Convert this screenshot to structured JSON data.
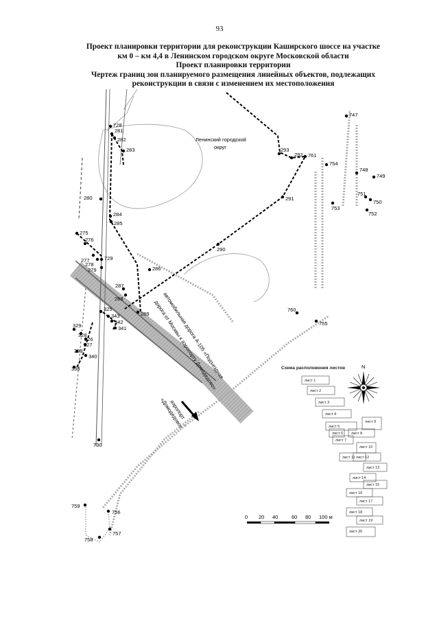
{
  "page_number": "93",
  "title_lines": [
    "Проект планировки территории для реконструкции Каширского шоссе на участке",
    "км 0 – км 4,4 в Ленинском городском округе Московской области",
    "Проект планировки территории",
    "Чертеж границ зон планируемого размещения линейных объектов, подлежащих",
    "реконструкции в связи с изменением их местоположения"
  ],
  "district_label": [
    "Ленинский городской",
    "округ"
  ],
  "road_labels": {
    "main_road": "автомобильная дорога А-105 «Подъездная",
    "main_road_2": "дорога от Москвы к аэропорту Домодедово»",
    "airport_a": "аэропорт",
    "airport_b": "«Домодедово»"
  },
  "points": [
    {
      "id": "728"
    },
    {
      "id": "281"
    },
    {
      "id": "282"
    },
    {
      "id": "283"
    },
    {
      "id": "280"
    },
    {
      "id": "284"
    },
    {
      "id": "285"
    },
    {
      "id": "275"
    },
    {
      "id": "276"
    },
    {
      "id": "277"
    },
    {
      "id": "278"
    },
    {
      "id": "279"
    },
    {
      "id": "729"
    },
    {
      "id": "286"
    },
    {
      "id": "287"
    },
    {
      "id": "288"
    },
    {
      "id": "289"
    },
    {
      "id": "290"
    },
    {
      "id": "291"
    },
    {
      "id": "292"
    },
    {
      "id": "293"
    },
    {
      "id": "761"
    },
    {
      "id": "754"
    },
    {
      "id": "753"
    },
    {
      "id": "747"
    },
    {
      "id": "748"
    },
    {
      "id": "749"
    },
    {
      "id": "751"
    },
    {
      "id": "750"
    },
    {
      "id": "752"
    },
    {
      "id": "760"
    },
    {
      "id": "755"
    },
    {
      "id": "325"
    },
    {
      "id": "343"
    },
    {
      "id": "342"
    },
    {
      "id": "341"
    },
    {
      "id": "329"
    },
    {
      "id": "328"
    },
    {
      "id": "326"
    },
    {
      "id": "327"
    },
    {
      "id": "339"
    },
    {
      "id": "340"
    },
    {
      "id": "338"
    },
    {
      "id": "730"
    },
    {
      "id": "759"
    },
    {
      "id": "756"
    },
    {
      "id": "758"
    },
    {
      "id": "757"
    }
  ],
  "scheme": {
    "title": "Схема расположения листов",
    "sheets": [
      "лист 1",
      "лист 2",
      "лист 3",
      "лист 4",
      "лист 5",
      "лист 6",
      "лист 7",
      "лист 8",
      "лист 9",
      "лист 10",
      "лист 11",
      "лист 12",
      "лист 13",
      "лист 14",
      "лист 15",
      "лист 16",
      "лист 17",
      "лист 18",
      "лист 19",
      "лист 20"
    ]
  },
  "scale_bar": {
    "ticks": [
      "0",
      "20",
      "40",
      "60",
      "80",
      "100 м"
    ]
  },
  "compass": {
    "label": "N"
  }
}
